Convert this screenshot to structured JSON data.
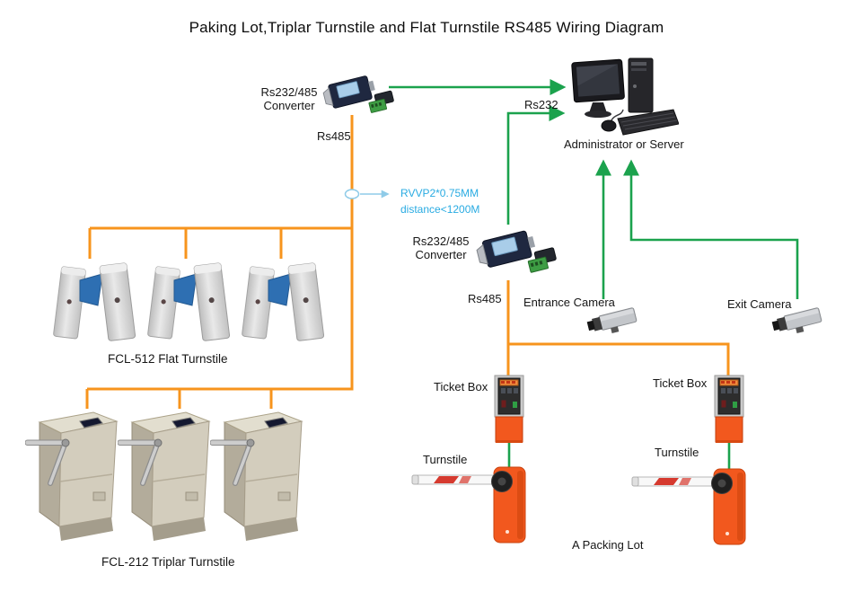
{
  "title": "Paking Lot,Triplar Turnstile and Flat Turnstile RS485 Wiring Diagram",
  "colors": {
    "wire_orange": "#F7941D",
    "wire_green": "#1BA24D",
    "note_cyan": "#29ABE2",
    "barrier_orange": "#F2581E",
    "flap_blue": "#2E6FB2"
  },
  "labels": {
    "converter_top": "Rs232/485 Converter",
    "converter_mid": "Rs232/485 Converter",
    "rs485_top": "Rs485",
    "rs485_mid": "Rs485",
    "rs232": "Rs232",
    "computer": "Administrator or Server",
    "entrance_camera": "Entrance Camera",
    "exit_camera": "Exit Camera",
    "ticket_box_left": "Ticket Box",
    "ticket_box_right": "Ticket Box",
    "turnstile_left": "Turnstile",
    "turnstile_right": "Turnstile",
    "flat_group": "FCL-512 Flat Turnstile",
    "triplar_group": "FCL-212 Triplar Turnstile",
    "parking_lot": "A Packing Lot"
  },
  "cable_note": {
    "line1": "RVVP2*0.75MM",
    "line2": "distance<1200M"
  }
}
